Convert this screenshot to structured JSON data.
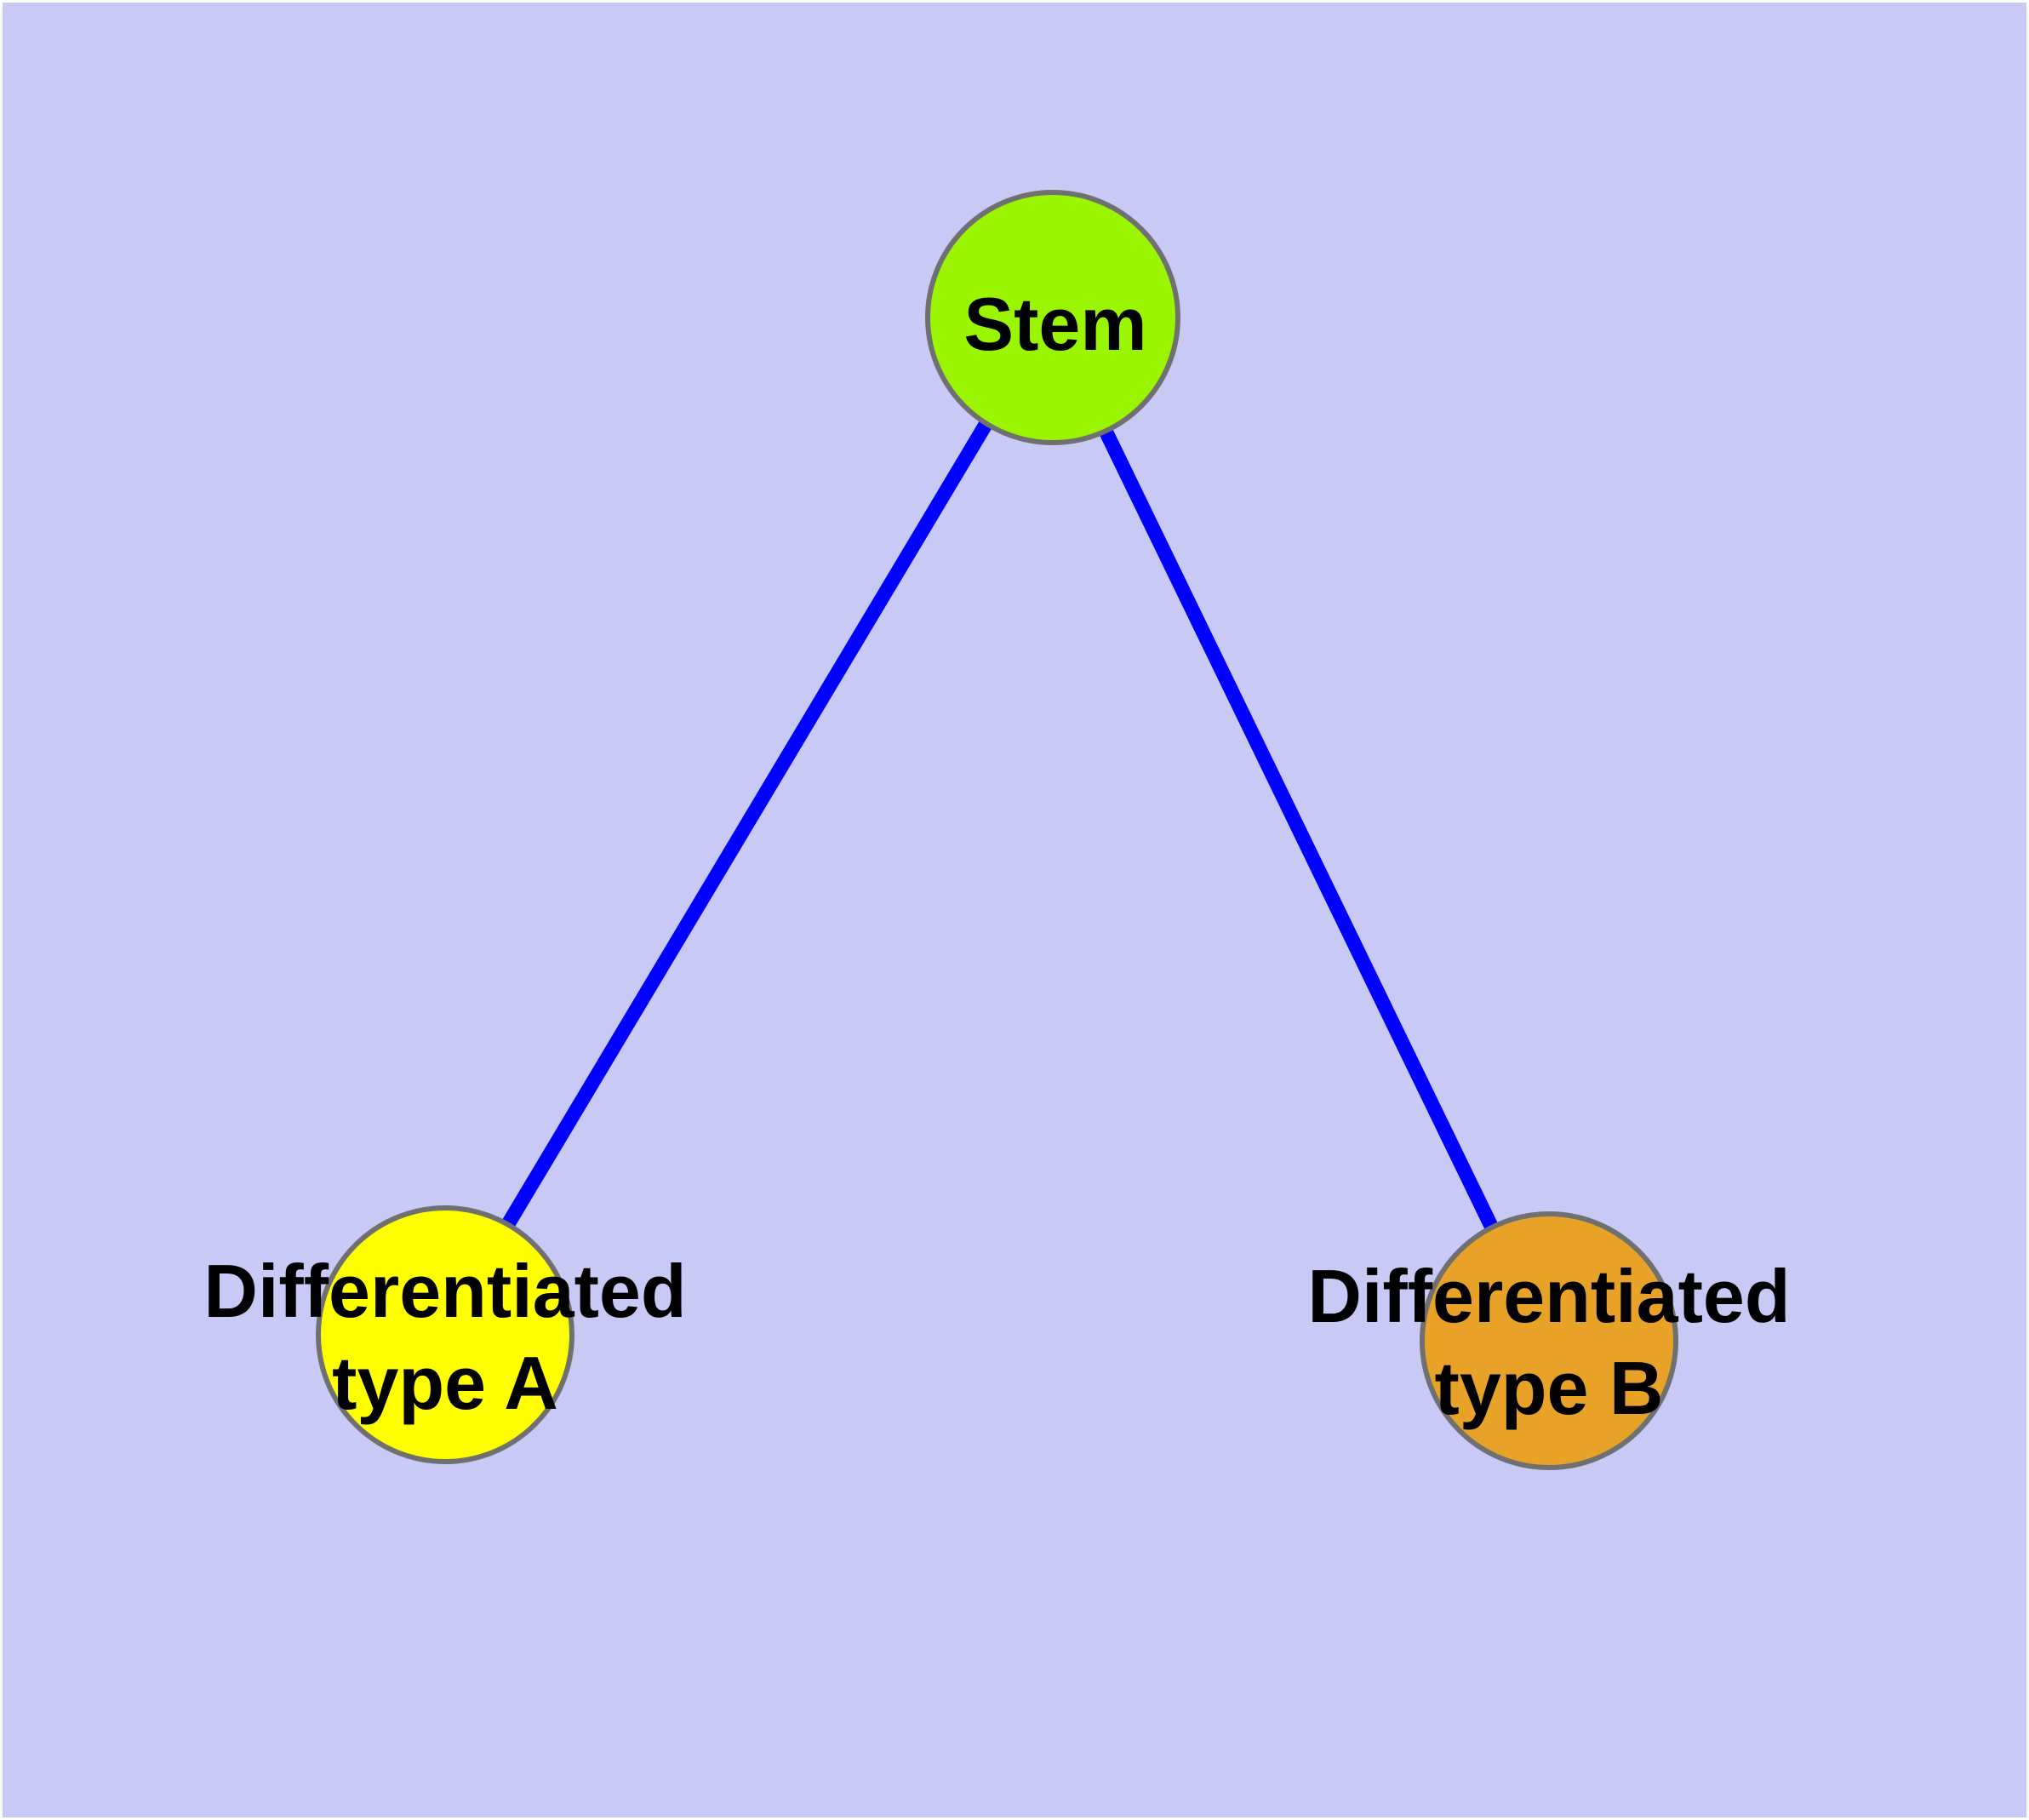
{
  "diagram": {
    "background": "#C9C9F6",
    "frame_color": "#FFFFFF",
    "edge_color": "#0000FF",
    "node_stroke_color": "#707070",
    "text_color": "#000000",
    "nodes": [
      {
        "id": "stem",
        "fill": "#9BF500",
        "label_lines": [
          "Stem"
        ]
      },
      {
        "id": "differentiated-type-a",
        "fill": "#FFFF00",
        "label_lines": [
          "Differentiated",
          "type A"
        ]
      },
      {
        "id": "differentiated-type-b",
        "fill": "#E8A227",
        "label_lines": [
          "Differentiated",
          "type B"
        ]
      }
    ],
    "edges": [
      {
        "from": "stem",
        "to": "differentiated-type-a"
      },
      {
        "from": "stem",
        "to": "differentiated-type-b"
      }
    ]
  }
}
